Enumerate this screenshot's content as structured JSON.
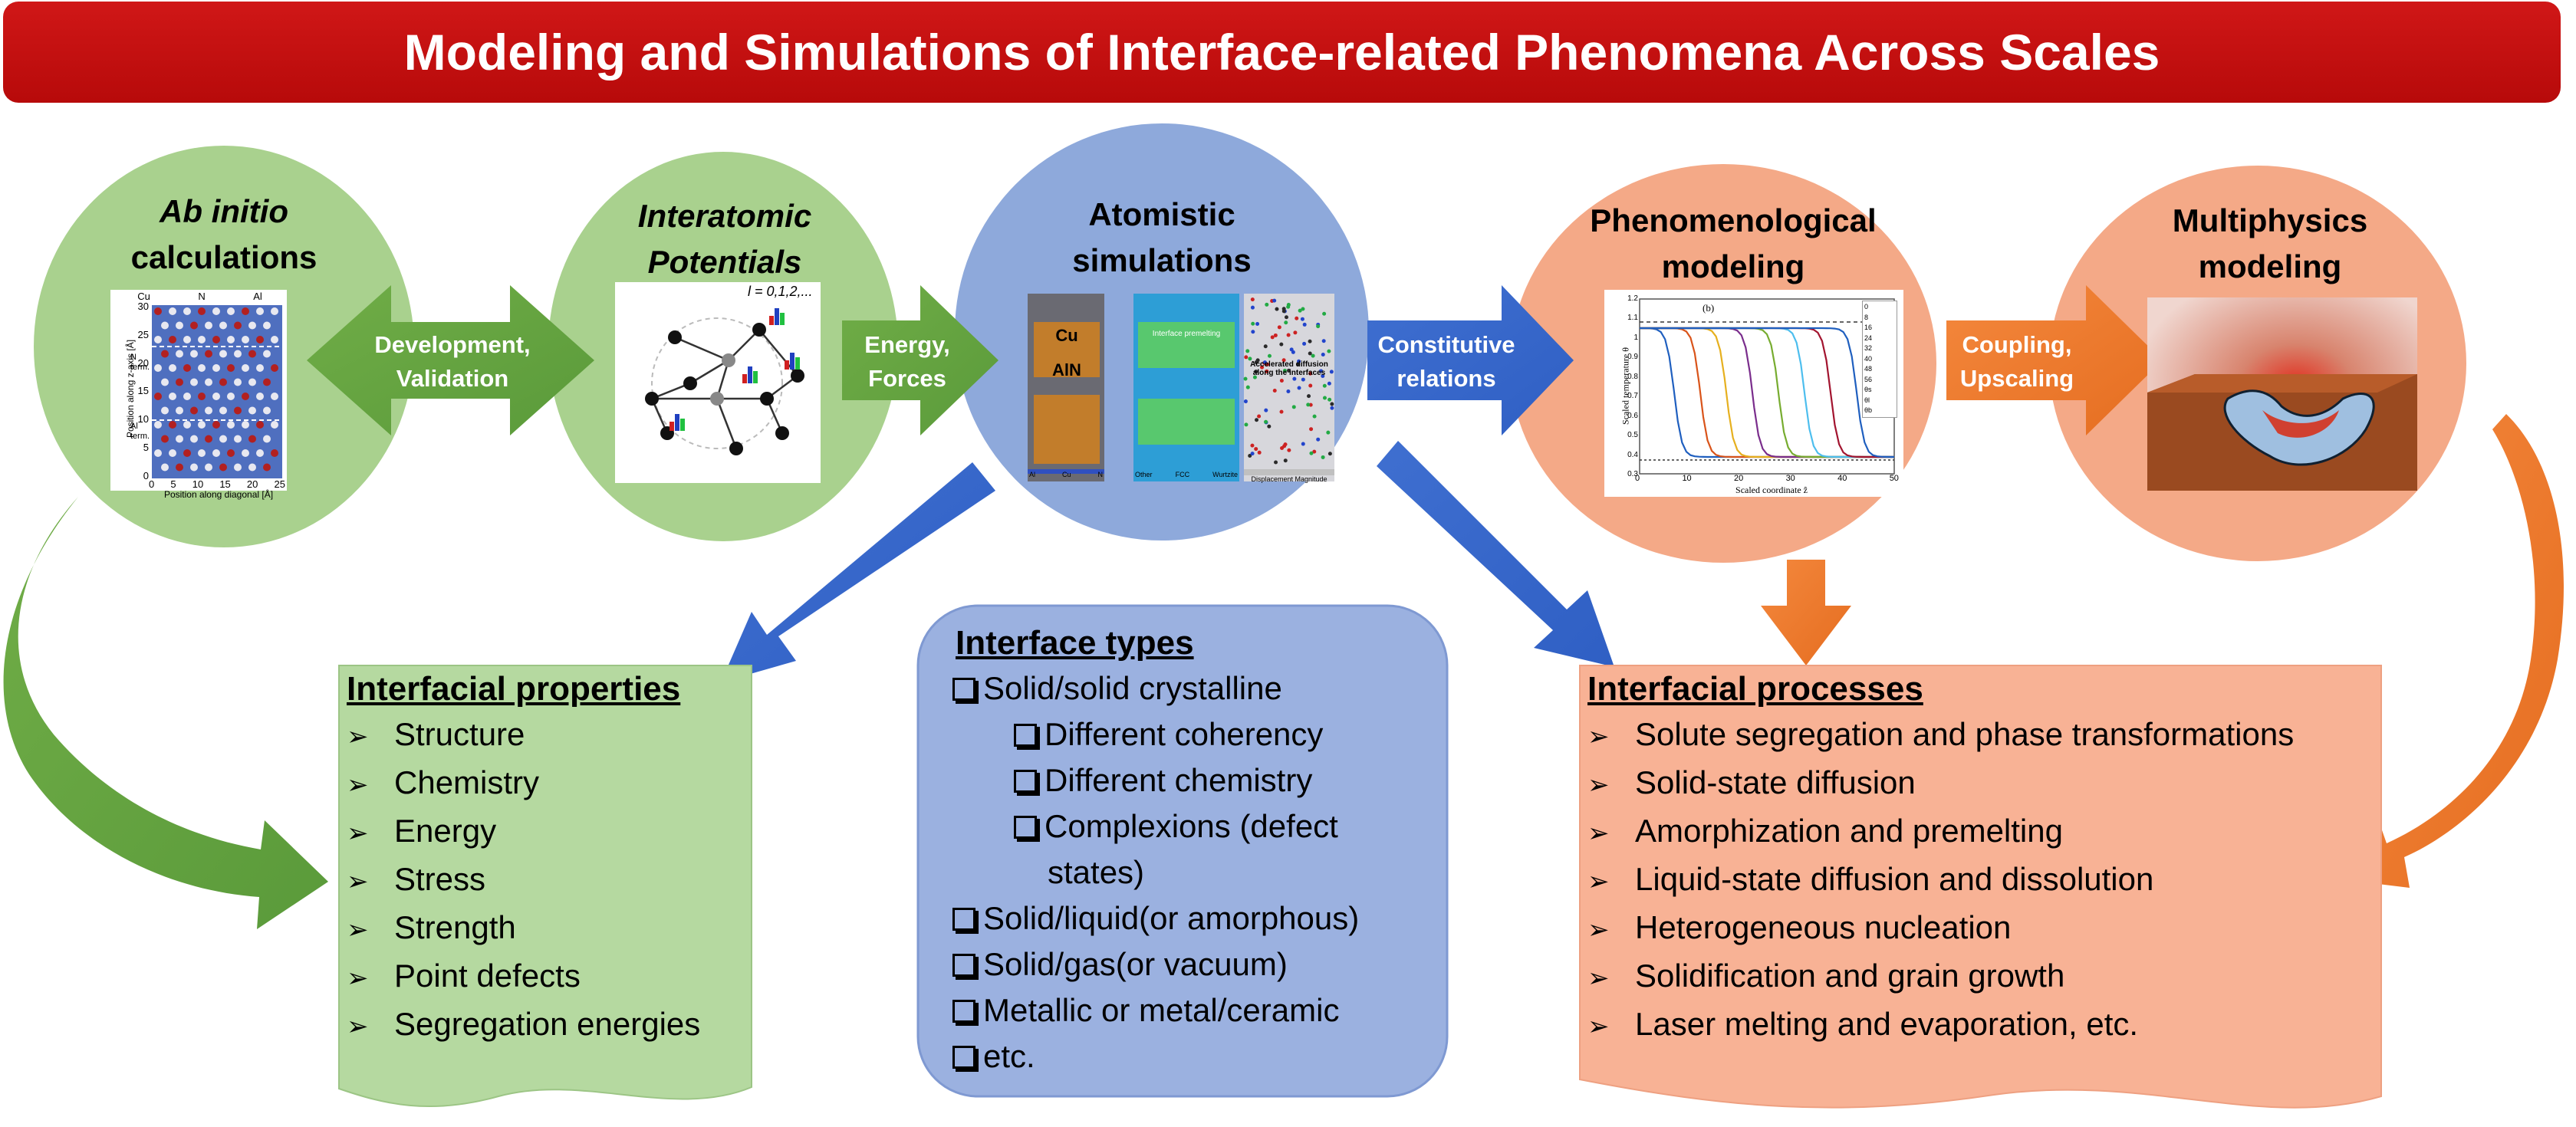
{
  "title": "Modeling and Simulations of Interface-related Phenomena Across Scales",
  "nodes": {
    "ab_initio": {
      "line1": "Ab initio",
      "line2": "calculations"
    },
    "interatomic": {
      "line1": "Interatomic",
      "line2": "Potentials"
    },
    "atomistic": {
      "line1": "Atomistic",
      "line2": "simulations"
    },
    "phenomenological": {
      "line1": "Phenomenological",
      "line2": "modeling"
    },
    "multiphysics": {
      "line1": "Multiphysics",
      "line2": "modeling"
    }
  },
  "arrows": {
    "development": {
      "line1": "Development,",
      "line2": "Validation"
    },
    "energy": {
      "line1": "Energy,",
      "line2": "Forces"
    },
    "constitutive": {
      "line1": "Constitutive",
      "line2": "relations"
    },
    "coupling": {
      "line1": "Coupling,",
      "line2": "Upscaling"
    }
  },
  "ab_initio_plot": {
    "legend": [
      "Cu",
      "N",
      "Al"
    ],
    "ylabel": "Position along z-axis [Å]",
    "xlabel": "Position along diagonal [Å]",
    "yticks": [
      "30",
      "25",
      "20",
      "15",
      "10",
      "5",
      "0"
    ],
    "xticks": [
      "0",
      "5",
      "10",
      "15",
      "20",
      "25"
    ],
    "term1": "N term.",
    "term2": "Al term."
  },
  "interatomic_fig": {
    "formula": "l = 0,1,2,..."
  },
  "atomistic_fig": {
    "cu": "Cu",
    "aln": "AlN",
    "panel2": "Interface premelting",
    "panel3": "Accelerated diffusion along the interfaces",
    "legend1": [
      "Al",
      "Cu",
      "N"
    ],
    "legend2": [
      "Other",
      "FCC",
      "Wurtzite"
    ],
    "legend3": "Displacement Magnitude"
  },
  "phenom_plot": {
    "label": "(b)",
    "xlabel": "Scaled coordinate ẑ",
    "ylabel": "Scaled temperature θ",
    "xticks": [
      "0",
      "10",
      "20",
      "30",
      "40",
      "50"
    ],
    "yticks": [
      "1.2",
      "1.1",
      "1",
      "0.9",
      "0.8",
      "0.7",
      "0.6",
      "0.5",
      "0.4",
      "0.3"
    ],
    "legend": [
      "0",
      "8",
      "16",
      "24",
      "32",
      "40",
      "48",
      "56",
      "θs",
      "θl",
      "θb"
    ],
    "colors": [
      "#1f5fbf",
      "#d9541a",
      "#e6b01f",
      "#7a2d8c",
      "#77ac30",
      "#4dbeee",
      "#a2142f",
      "#1f5fbf"
    ]
  },
  "interfacial_properties": {
    "title": "Interfacial properties",
    "items": [
      "Structure",
      "Chemistry",
      "Energy",
      "Stress",
      "Strength",
      "Point defects",
      "Segregation energies"
    ]
  },
  "interface_types": {
    "title": "Interface types",
    "l1": "Solid/solid crystalline",
    "s1": "Different coherency",
    "s2": "Different chemistry",
    "s3a": "Complexions (defect",
    "s3b": "states)",
    "l2": "Solid/liquid(or amorphous)",
    "l3": "Solid/gas(or vacuum)",
    "l4": "Metallic or metal/ceramic",
    "l5": "etc."
  },
  "interfacial_processes": {
    "title": "Interfacial processes",
    "items": [
      "Solute segregation and phase transformations",
      "Solid-state diffusion",
      "Amorphization and premelting",
      "Liquid-state diffusion and dissolution",
      "Heterogeneous nucleation",
      "Solidification and grain growth",
      "Laser melting and evaporation, etc."
    ]
  },
  "colors": {
    "title_red": "#c00000",
    "green_node": "#a9d18e",
    "green_box": "#b5d9a0",
    "green_arrow": "#70ad47",
    "blue_node": "#8ea9db",
    "blue_box": "#9bb1e0",
    "blue_arrow": "#3f6fd0",
    "orange_node": "#f4a987",
    "orange_box": "#f8b295",
    "orange_arrow": "#ed7d31"
  }
}
